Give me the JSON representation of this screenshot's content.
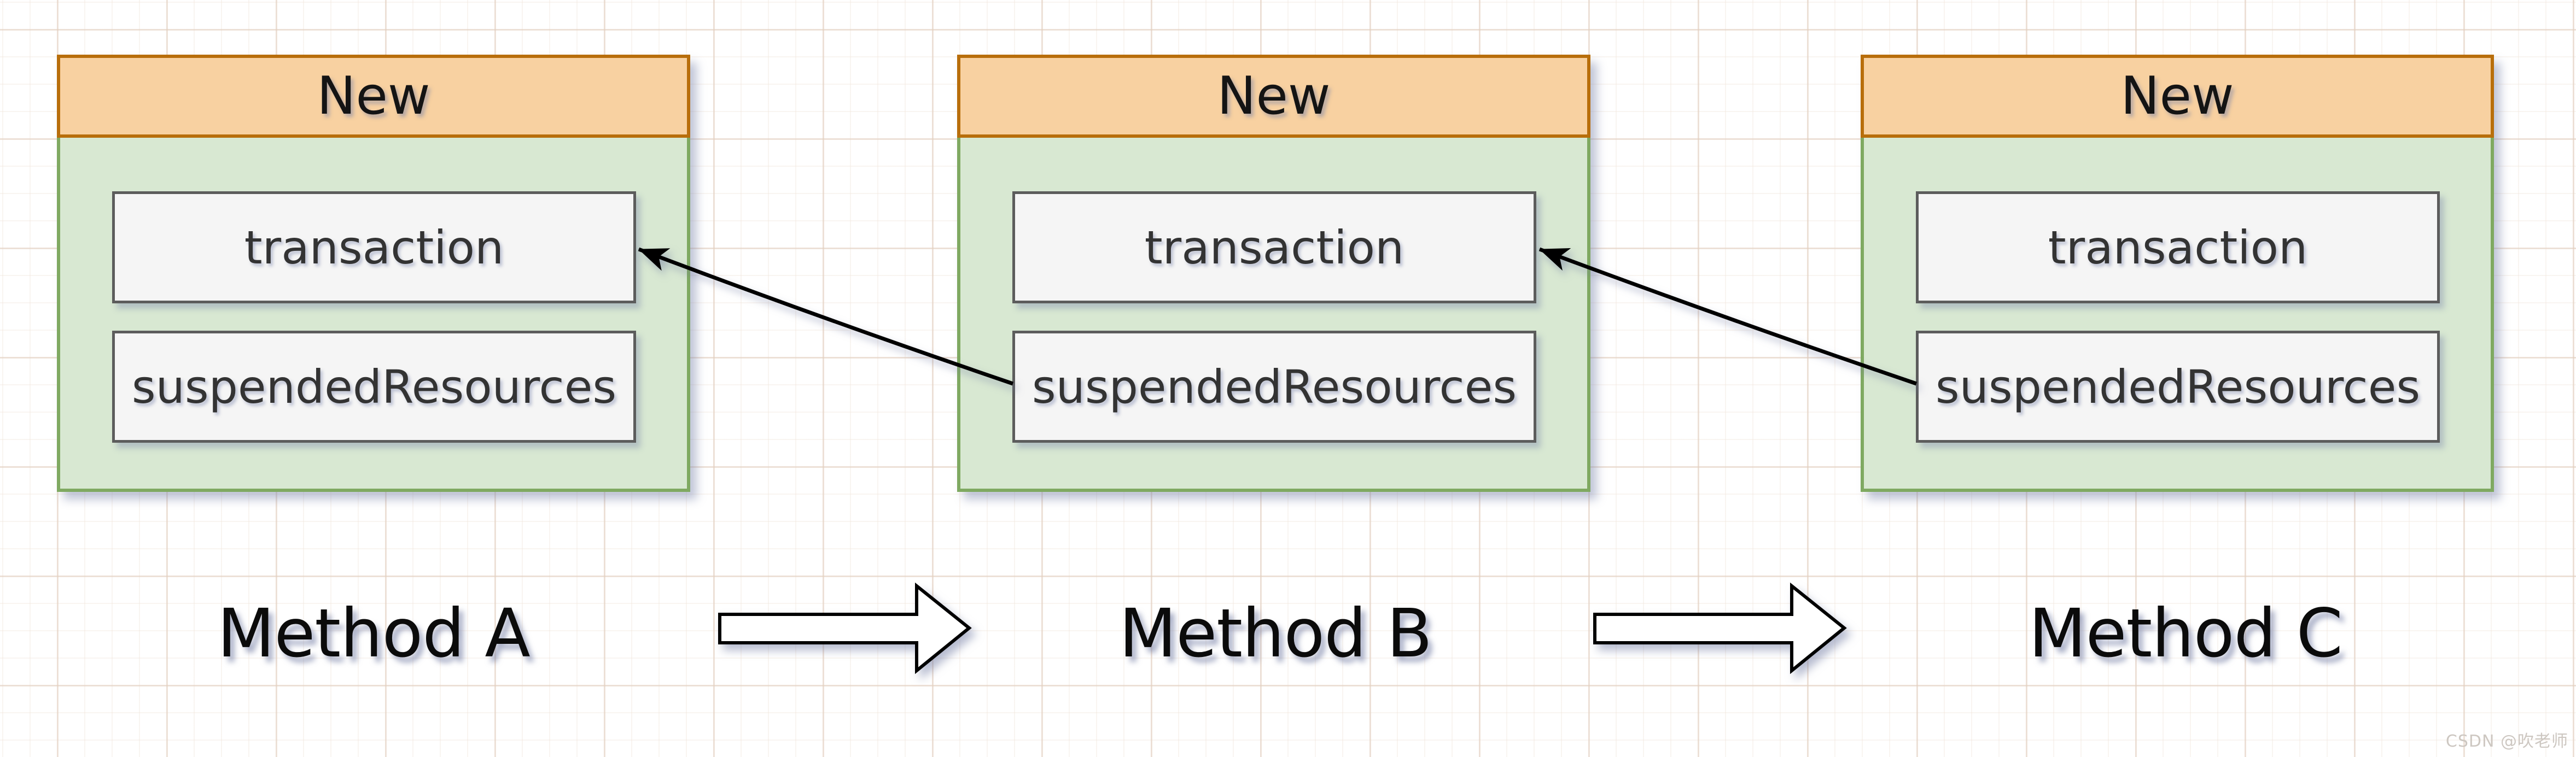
{
  "diagram": {
    "boxes": [
      {
        "header": "New",
        "fields": [
          "transaction",
          "suspendedResources"
        ]
      },
      {
        "header": "New",
        "fields": [
          "transaction",
          "suspendedResources"
        ]
      },
      {
        "header": "New",
        "fields": [
          "transaction",
          "suspendedResources"
        ]
      }
    ],
    "connectors": [
      {
        "from": "box-b.suspendedResources",
        "to": "box-a.transaction",
        "style": "curved-line-barbed-arrowhead"
      },
      {
        "from": "box-c.suspendedResources",
        "to": "box-b.transaction",
        "style": "curved-line-barbed-arrowhead"
      }
    ],
    "method_labels": [
      "Method A",
      "Method B",
      "Method C"
    ],
    "flow_arrows": 2,
    "watermark": "CSDN @吹老师",
    "colors": {
      "header_fill": "#F8D1A1",
      "header_stroke": "#B86E0B",
      "body_fill": "#D8E8D2",
      "body_stroke": "#7FA961",
      "field_fill": "#F5F5F5",
      "field_stroke": "#5C5C5C",
      "connector": "#000000",
      "block_arrow_fill": "#FFFFFF",
      "block_arrow_stroke": "#000000",
      "label_text": "#0B0B0B",
      "watermark_text": "#CDC7C1"
    }
  }
}
